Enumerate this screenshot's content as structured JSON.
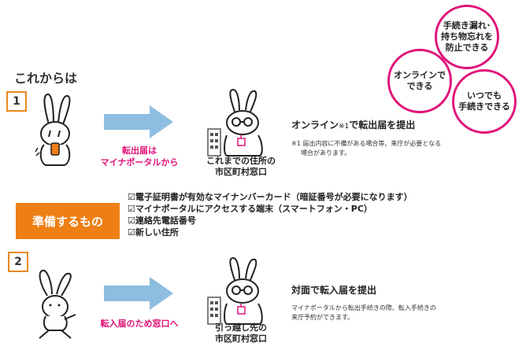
{
  "heading": "これからは",
  "circles": {
    "forget": "手続き漏れ・持ち物忘れを防止できる",
    "forget_lines": [
      "手続き漏れ･",
      "持ち物忘れを",
      "防止できる"
    ],
    "online_lines": [
      "オンラインで",
      "できる"
    ],
    "anytime_lines": [
      "いつでも",
      "手続きできる"
    ]
  },
  "step1": {
    "number": "1",
    "arrow_label": [
      "転出届は",
      "マイナポータルから"
    ],
    "office_label": [
      "これまでの住所の",
      "市区町村窓口"
    ],
    "main_text": "オンライン※1で転出届を提出",
    "main_prefix": "オンライン",
    "main_note_ref": "※1",
    "main_suffix": "で転出届を提出",
    "note": [
      "※1 届出内容に不備がある場合等、来庁が必要となる",
      "場合があります。"
    ]
  },
  "preparation": {
    "label": "準備するもの",
    "items": [
      "☑電子証明書が有効なマイナンバーカード（暗証番号が必要になります）",
      "☑マイナポータルにアクセスする端末（スマートフォン・PC）",
      "☑連絡先電話番号",
      "☑新しい住所"
    ]
  },
  "step2": {
    "number": "2",
    "arrow_label": "転入届のため窓口へ",
    "office_label": [
      "引っ越し先の",
      "市区町村窓口"
    ],
    "main_text": "対面で転入届を提出",
    "note": [
      "マイナポータルから転出手続きの際、転入手続きの",
      "来庁予約ができます。"
    ]
  },
  "colors": {
    "accent_orange": "#ee7f14",
    "accent_pink": "#e0147a",
    "arrow_blue": "#8dbde0"
  }
}
